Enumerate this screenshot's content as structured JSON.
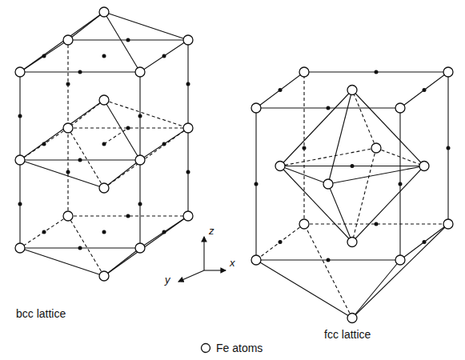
{
  "diagram": {
    "labels": [
      "bcc lattice",
      "z",
      "x",
      "y",
      "fcc lattice"
    ],
    "legend": [
      {
        "text": "Fe atoms"
      }
    ]
  }
}
